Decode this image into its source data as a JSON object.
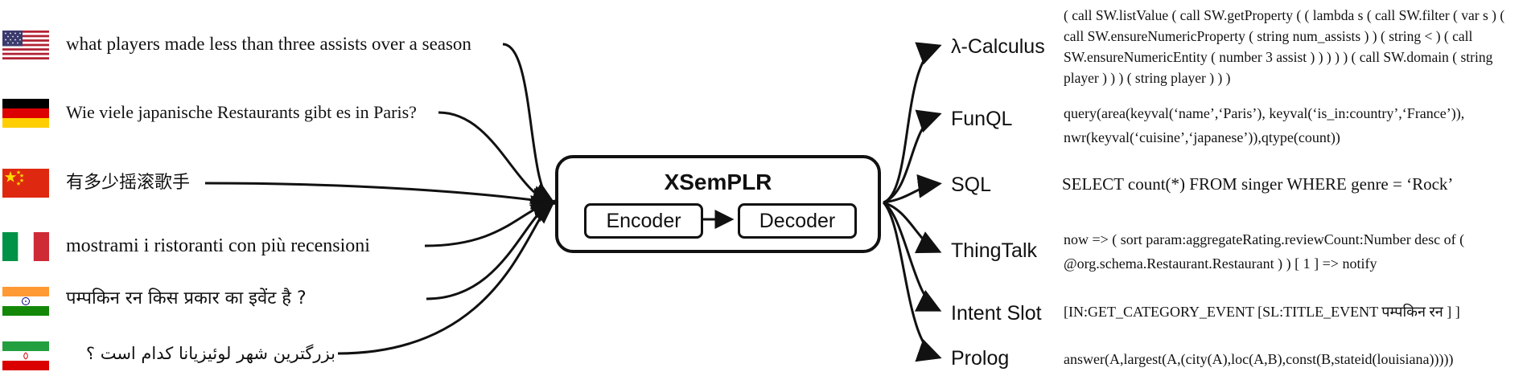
{
  "model": {
    "title": "XSemPLR",
    "encoder_label": "Encoder",
    "decoder_label": "Decoder"
  },
  "inputs": [
    {
      "flag": "us-flag",
      "text": "what players made less than three assists over a season"
    },
    {
      "flag": "germany-flag",
      "text": "Wie viele japanische Restaurants gibt es in Paris?"
    },
    {
      "flag": "china-flag",
      "text": "有多少摇滚歌手"
    },
    {
      "flag": "italy-flag",
      "text": "mostrami i ristoranti con più recensioni"
    },
    {
      "flag": "india-flag",
      "text": "पम्पकिन रन किस प्रकार का इवेंट है ?"
    },
    {
      "flag": "iran-flag",
      "text": "بزرگترین شهر لوئیزیانا کدام است ؟"
    }
  ],
  "outputs": [
    {
      "formalism": "λ-Calculus",
      "representation": "( call SW.listValue ( call SW.getProperty ( ( lambda s ( call SW.filter ( var s ) ( call SW.ensureNumericProperty ( string num_assists ) ) ( string < ) ( call SW.ensureNumericEntity ( number 3 assist ) ) ) ) ) ( call SW.domain ( string player ) ) ) ( string player ) ) )"
    },
    {
      "formalism": "FunQL",
      "representation": "query(area(keyval(‘name’,‘Paris’), keyval(‘is_in:country’,‘France’)), nwr(keyval(‘cuisine’,‘japanese’)),qtype(count))"
    },
    {
      "formalism": "SQL",
      "representation": "SELECT count(*) FROM singer WHERE genre = ‘Rock’"
    },
    {
      "formalism": "ThingTalk",
      "representation": "now => ( sort param:aggregateRating.reviewCount:Number desc of ( @org.schema.Restaurant.Restaurant ) ) [ 1 ] => notify"
    },
    {
      "formalism": "Intent Slot",
      "representation": "[IN:GET_CATEGORY_EVENT [SL:TITLE_EVENT पम्पकिन रन ] ]"
    },
    {
      "formalism": "Prolog",
      "representation": "answer(A,largest(A,(city(A),loc(A,B),const(B,stateid(louisiana)))))"
    }
  ],
  "colors": {
    "ink": "#111111",
    "us_red": "#b22234",
    "us_blue": "#3c3b6e",
    "de_black": "#000000",
    "de_red": "#dd0000",
    "de_gold": "#ffce00",
    "cn_red": "#de2910",
    "cn_yellow": "#ffde00",
    "it_green": "#009246",
    "it_red": "#ce2b37",
    "in_saffron": "#ff9933",
    "in_green": "#138808",
    "in_chakra": "#000080",
    "ir_green": "#239f40",
    "ir_red": "#da0000"
  }
}
